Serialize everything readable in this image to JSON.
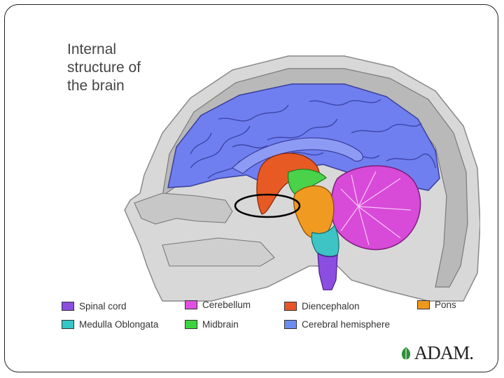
{
  "title": "Internal\nstructure of\nthe brain",
  "brand": "ADAM.",
  "legend": [
    {
      "label": "Spinal cord",
      "color": "#8a4ee0"
    },
    {
      "label": "Medulla Oblongata",
      "color": "#33c6c6"
    },
    {
      "label": "Cerebellum",
      "color": "#e24fe0"
    },
    {
      "label": "Midbrain",
      "color": "#3cd43c"
    },
    {
      "label": "Diencephalon",
      "color": "#e8552a"
    },
    {
      "label": "Cerebral hemisphere",
      "color": "#6a8cf0"
    },
    {
      "label": "Pons",
      "color": "#f0981e"
    }
  ],
  "colors": {
    "cerebral_hemisphere": "#6f7ff0",
    "cerebellum": "#d84ad8",
    "diencephalon": "#e85a24",
    "midbrain": "#49d24a",
    "pons": "#f09a22",
    "medulla": "#3ec4c4",
    "spinal_cord": "#8c4ee0",
    "skull": "#b9b9b9",
    "skin": "#d8d8d8",
    "brand_leaf": "#2f8f3a"
  }
}
